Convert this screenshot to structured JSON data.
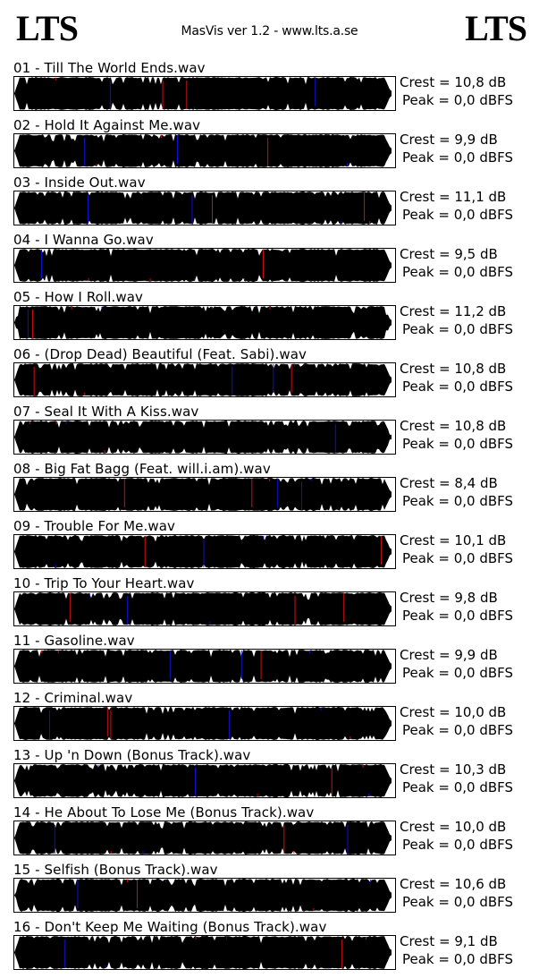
{
  "header": {
    "logo_left": "LTS",
    "logo_right": "LTS",
    "app_title": "MasVis ver 1.2 - www.lts.a.se"
  },
  "colors": {
    "waveform": "#000000",
    "channel_left_peak": "#d01010",
    "channel_right_peak": "#1010d0"
  },
  "tracks": [
    {
      "title": "01 - Till The World Ends.wav",
      "crest": "Crest = 10,8 dB",
      "peak": "Peak = 0,0 dBFS"
    },
    {
      "title": "02 - Hold It Against Me.wav",
      "crest": "Crest = 9,9 dB",
      "peak": "Peak = 0,0 dBFS"
    },
    {
      "title": "03 - Inside Out.wav",
      "crest": "Crest = 11,1 dB",
      "peak": "Peak = 0,0 dBFS"
    },
    {
      "title": "04 - I Wanna Go.wav",
      "crest": "Crest = 9,5 dB",
      "peak": "Peak = 0,0 dBFS"
    },
    {
      "title": "05 - How I Roll.wav",
      "crest": "Crest = 11,2 dB",
      "peak": "Peak = 0,0 dBFS"
    },
    {
      "title": "06 - (Drop Dead) Beautiful (Feat. Sabi).wav",
      "crest": "Crest = 10,8 dB",
      "peak": "Peak = 0,0 dBFS"
    },
    {
      "title": "07 - Seal It With A Kiss.wav",
      "crest": "Crest = 10,8 dB",
      "peak": "Peak = 0,0 dBFS"
    },
    {
      "title": "08 - Big Fat Bagg (Feat. will.i.am).wav",
      "crest": "Crest = 8,4 dB",
      "peak": "Peak = 0,0 dBFS"
    },
    {
      "title": "09 - Trouble For Me.wav",
      "crest": "Crest = 10,1 dB",
      "peak": "Peak = 0,0 dBFS"
    },
    {
      "title": "10 - Trip To Your Heart.wav",
      "crest": "Crest = 9,8 dB",
      "peak": "Peak = 0,0 dBFS"
    },
    {
      "title": "11 - Gasoline.wav",
      "crest": "Crest = 9,9 dB",
      "peak": "Peak = 0,0 dBFS"
    },
    {
      "title": "12 - Criminal.wav",
      "crest": "Crest = 10,0 dB",
      "peak": "Peak = 0,0 dBFS"
    },
    {
      "title": "13 - Up 'n Down (Bonus Track).wav",
      "crest": "Crest = 10,3 dB",
      "peak": "Peak = 0,0 dBFS"
    },
    {
      "title": "14 - He About To Lose Me (Bonus Track).wav",
      "crest": "Crest = 10,0 dB",
      "peak": "Peak = 0,0 dBFS"
    },
    {
      "title": "15 - Selfish (Bonus Track).wav",
      "crest": "Crest = 10,6 dB",
      "peak": "Peak = 0,0 dBFS"
    },
    {
      "title": "16 - Don't Keep Me Waiting (Bonus Track).wav",
      "crest": "Crest = 9,1 dB",
      "peak": "Peak = 0,0 dBFS"
    }
  ]
}
